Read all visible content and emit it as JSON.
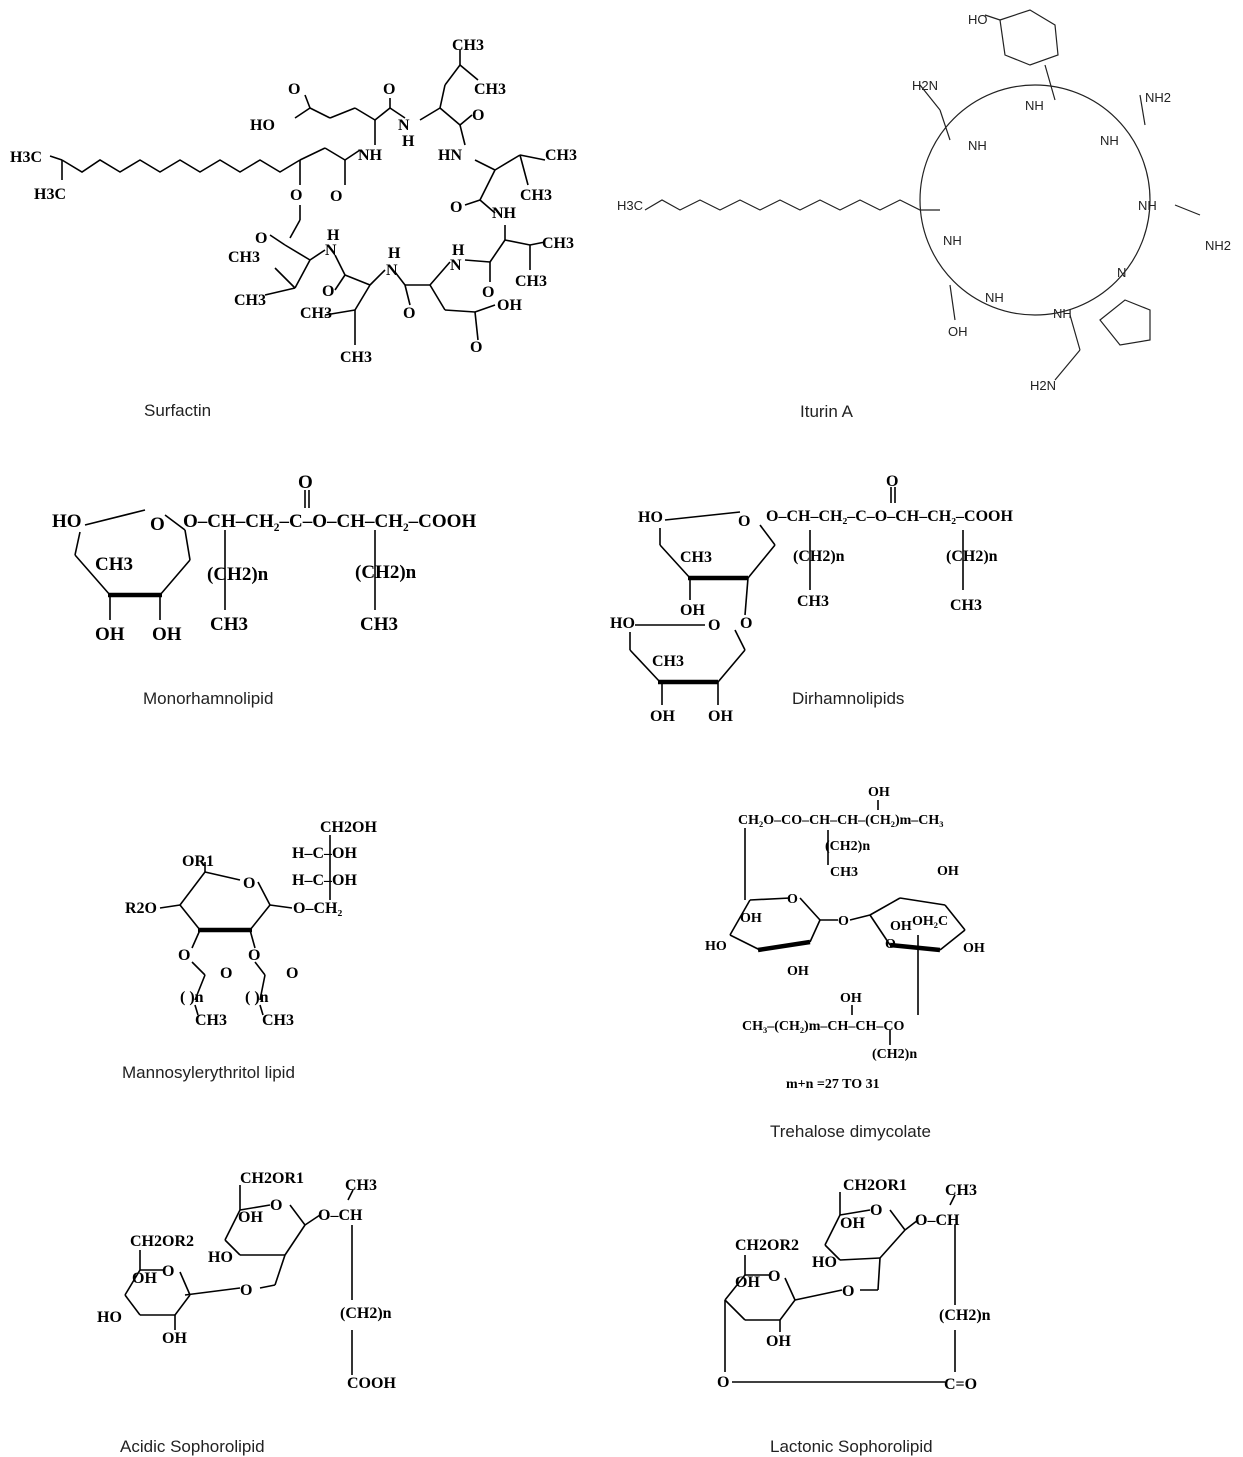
{
  "captions": {
    "surfactin": "Surfactin",
    "iturin": "Iturin A",
    "monorhamnolipid": "Monorhamnolipid",
    "dirhamnolipids": "Dirhamnolipids",
    "mel": "Mannosylerythritol lipid",
    "trehalose": "Trehalose dimycolate",
    "acidic": "Acidic Sophorolipid",
    "lactonic": "Lactonic Sophorolipid"
  },
  "trehalose_note": "m+n =27 TO 31",
  "atoms": {
    "ch3": "CH3",
    "h3c": "H3C",
    "o": "O",
    "ho": "HO",
    "oh": "OH",
    "nh": "NH",
    "hn": "HN",
    "n": "N",
    "h": "H",
    "h2n": "H2N",
    "nh2": "NH2",
    "cooh": "COOH",
    "ch2n": "(CH2)n",
    "ch2oh": "CH2OH",
    "ch2or1": "CH2OR1",
    "ch2or2": "CH2OR2",
    "or1": "OR1",
    "r2o": "R2O",
    "co": "C=O"
  }
}
